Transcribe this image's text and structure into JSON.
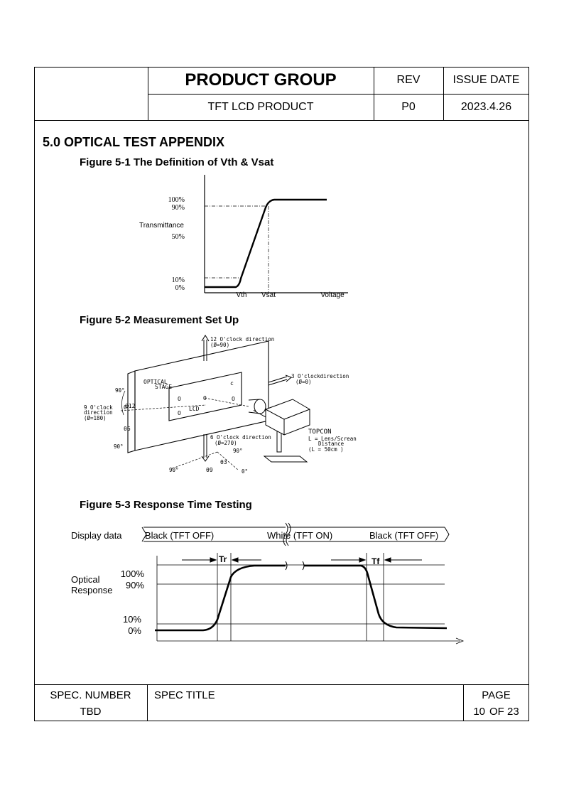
{
  "header": {
    "product_group": "PRODUCT GROUP",
    "rev_label": "REV",
    "issue_date_label": "ISSUE DATE",
    "product": "TFT LCD PRODUCT",
    "rev_value": "P0",
    "issue_date_value": "2023.4.26"
  },
  "section_title": "5.0 OPTICAL TEST APPENDIX",
  "figure1": {
    "title": "Figure 5-1 The Definition of Vth & Vsat",
    "y_label": "Transmittance",
    "ticks_y": [
      "100%",
      "90%",
      "50%",
      "10%",
      "0%"
    ],
    "ticks_x": [
      "Vth",
      "Vsat",
      "Voltage"
    ]
  },
  "figure2": {
    "title": "Figure 5-2 Measurement Set Up",
    "dir12": "12 O'clock direction",
    "dir12_angle": "(Ø=90)",
    "dir3": "3 O'clockdirection",
    "dir3_angle": "(Ø=0)",
    "dir9": "9 O'clock",
    "dir9_2": "direction",
    "dir9_angle": "(Ø=180)",
    "dir6": "6 O'clock direction",
    "dir6_angle": "(Ø=270)",
    "optical": "OPTICAL",
    "stage": "STAGE",
    "lcd": "LCD",
    "topcon": "TOPCON",
    "distance1": "L = Lens/Screan",
    "distance2": "Distance",
    "distance3": "(L = 50cm )",
    "angle90a": "90°",
    "angle0a": "0°",
    "angle90b": "90°",
    "angle90c": "90°",
    "angle90d": "90°",
    "angle0b": "0°",
    "theta12": "θ12",
    "theta6": "θ6",
    "theta3": "θ3",
    "theta9": "θ9",
    "c_mark": "c",
    "o_mark": "O"
  },
  "figure3": {
    "title": "Figure 5-3 Response Time Testing",
    "display_data": "Display data",
    "black_off_1": "Black (TFT OFF)",
    "white_on": "White (TFT ON)",
    "black_off_2": "Black (TFT OFF)",
    "optical": "Optical",
    "response": "Response",
    "p100": "100%",
    "p90": "90%",
    "p10": "10%",
    "p0": "0%",
    "tr": "Tr",
    "tf": "Tf"
  },
  "footer": {
    "spec_number_label": "SPEC. NUMBER",
    "spec_number_value": "TBD",
    "spec_title_label": "SPEC TITLE",
    "page_label": "PAGE",
    "page_current": "10",
    "page_total_text": "OF 23"
  }
}
